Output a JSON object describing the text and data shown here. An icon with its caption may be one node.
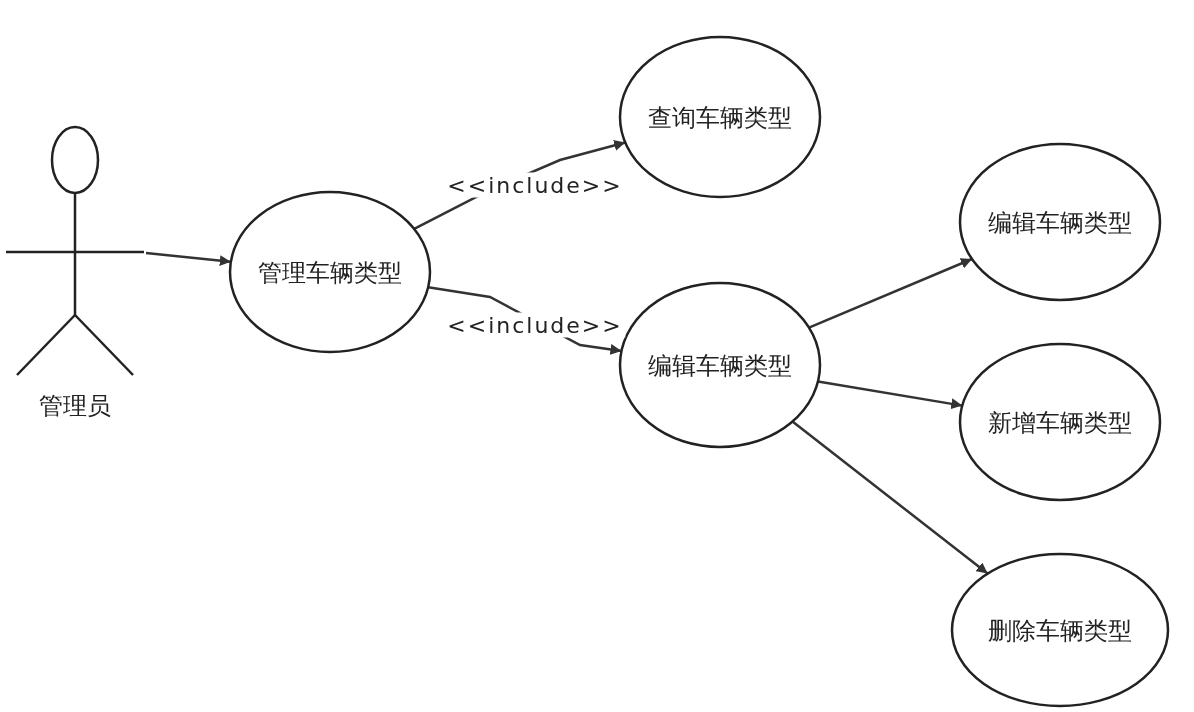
{
  "diagram": {
    "nodes": [
      {
        "text": [
          "管理员"
        ]
      },
      {
        "text": [
          "管理车辆类型"
        ]
      },
      {
        "text": [
          "查询车辆类型"
        ]
      },
      {
        "text": [
          "编辑车辆类型"
        ]
      },
      {
        "text": [
          "编辑车辆类型"
        ]
      },
      {
        "text": [
          "新增车辆类型"
        ]
      },
      {
        "text": [
          "删除车辆类型"
        ]
      }
    ],
    "edges": [
      {
        "from": 0,
        "to": 1,
        "arrow": "to"
      },
      {
        "from": 1,
        "to": 2,
        "arrow": "to",
        "label": "<<include>>"
      },
      {
        "from": 1,
        "to": 3,
        "arrow": "to",
        "label": "<<include>>"
      },
      {
        "from": 3,
        "to": 4,
        "arrow": "to"
      },
      {
        "from": 3,
        "to": 5,
        "arrow": "to"
      },
      {
        "from": 3,
        "to": 6,
        "arrow": "to"
      }
    ]
  }
}
